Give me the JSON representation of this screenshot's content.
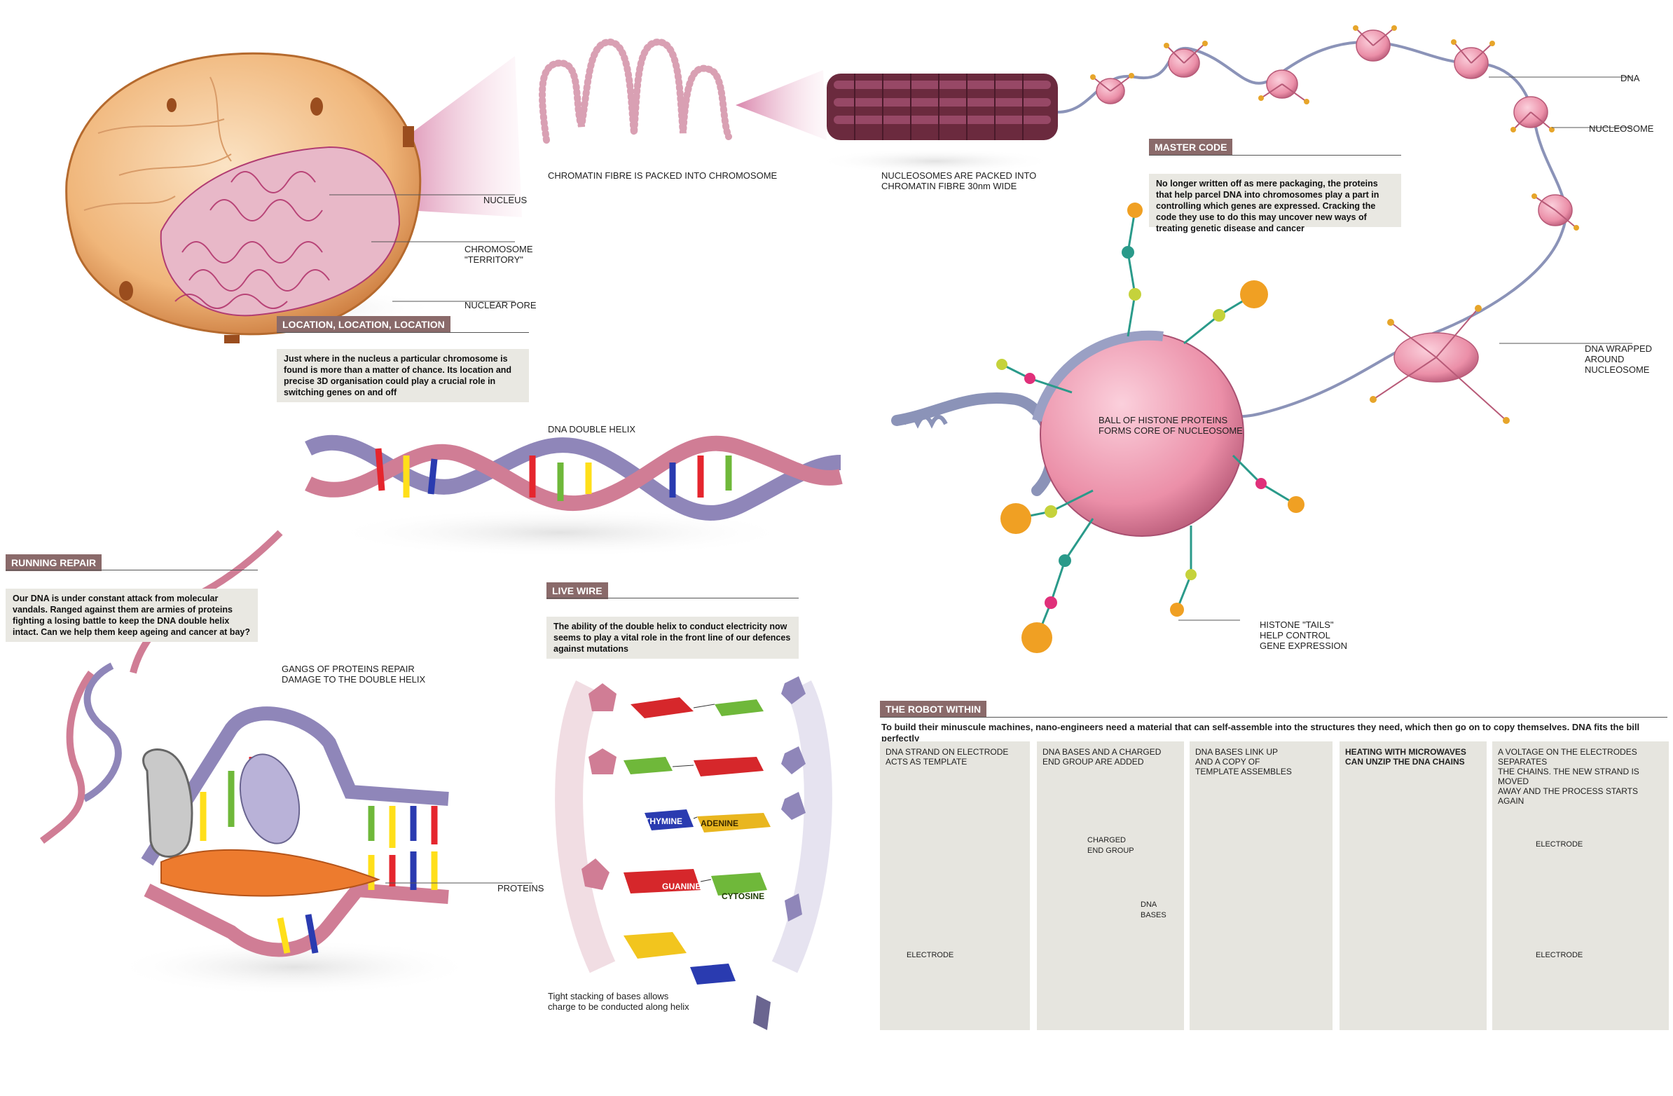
{
  "labels": {
    "nucleus": "NUCLEUS",
    "chromosome_territory": "CHROMOSOME\n\"TERRITORY\"",
    "nuclear_pore": "NUCLEAR PORE",
    "chromatin_fibre": "CHROMATIN FIBRE IS PACKED INTO CHROMOSOME",
    "nucleosomes_packed": "NUCLEOSOMES ARE PACKED INTO\nCHROMATIN FIBRE 30nm WIDE",
    "dna": "DNA",
    "nucleosome": "NUCLEOSOME",
    "dna_wrapped": "DNA WRAPPED\nAROUND\nNUCLEOSOME",
    "ball_histone": "BALL OF HISTONE PROTEINS\nFORMS CORE OF NUCLEOSOME",
    "histone_tails": "HISTONE \"TAILS\"\nHELP CONTROL\nGENE EXPRESSION",
    "dna_double_helix": "DNA DOUBLE HELIX",
    "gangs_proteins": "GANGS OF PROTEINS REPAIR\nDAMAGE TO THE DOUBLE HELIX",
    "proteins": "PROTEINS",
    "tight_stacking": "Tight stacking of bases allows\ncharge to be conducted along helix",
    "thymine": "THYMINE",
    "adenine": "ADENINE",
    "guanine": "GUANINE",
    "cytosine": "CYTOSINE"
  },
  "sections": {
    "location": {
      "title": "LOCATION, LOCATION, LOCATION",
      "text": "Just where in the nucleus a particular chromosome is found is more than a matter of chance. Its location and precise 3D organisation could play a crucial role in switching genes on and off"
    },
    "master_code": {
      "title": "MASTER CODE",
      "text": "No longer written off as mere packaging, the proteins that help parcel DNA into chromosomes play a part in controlling which genes are expressed. Cracking the code they use to do this may uncover new ways of treating genetic disease and cancer"
    },
    "running_repair": {
      "title": "RUNNING REPAIR",
      "text": "Our DNA is under constant attack from molecular vandals. Ranged against them are armies of proteins fighting a losing battle to keep the DNA double helix intact. Can we help them keep ageing and cancer at bay?"
    },
    "live_wire": {
      "title": "LIVE WIRE",
      "text": "The ability of the double helix to conduct electricity now seems to play a vital role in the front line of our defences against mutations"
    },
    "robot_within": {
      "title": "THE ROBOT WITHIN",
      "text": "To build their minuscule machines, nano-engineers need a material that can self-assemble into the structures they need, which then go on to copy themselves. DNA fits the bill perfectly"
    }
  },
  "robot_panels": [
    {
      "text": "DNA STRAND ON ELECTRODE\nACTS AS TEMPLATE",
      "bold": false,
      "sub1": "ELECTRODE",
      "sub2": ""
    },
    {
      "text": "DNA BASES AND A CHARGED\nEND GROUP ARE ADDED",
      "bold": false,
      "sub1": "CHARGED\nEND GROUP",
      "sub2": "DNA\nBASES"
    },
    {
      "text": "DNA BASES LINK UP\nAND A COPY OF\nTEMPLATE ASSEMBLES",
      "bold": false,
      "sub1": "",
      "sub2": ""
    },
    {
      "text": "HEATING WITH MICROWAVES\nCAN UNZIP THE DNA CHAINS",
      "bold": true,
      "sub1": "",
      "sub2": ""
    },
    {
      "text": "A VOLTAGE ON THE ELECTRODES SEPARATES\nTHE CHAINS. THE NEW STRAND IS MOVED\nAWAY AND THE PROCESS STARTS AGAIN",
      "bold": false,
      "sub1": "ELECTRODE",
      "sub2": "ELECTRODE"
    }
  ],
  "colors": {
    "header_bg": "#8a6a6a",
    "box_bg": "#e9e8e2",
    "histone_pink": "#e98aa5",
    "helix_purple": "#8f86b9",
    "helix_pink": "#d07d95",
    "electrode_yellow": "#f2cf3a"
  }
}
